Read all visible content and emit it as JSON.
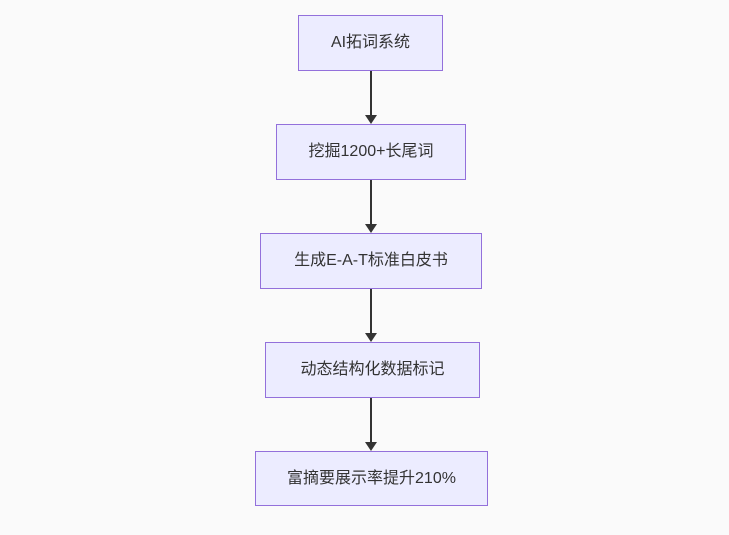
{
  "diagram": {
    "type": "flowchart",
    "direction": "top-down",
    "nodes": [
      {
        "id": "step-1",
        "label": "AI拓词系统"
      },
      {
        "id": "step-2",
        "label": "挖掘1200+长尾词"
      },
      {
        "id": "step-3",
        "label": "生成E-A-T标准白皮书"
      },
      {
        "id": "step-4",
        "label": "动态结构化数据标记"
      },
      {
        "id": "step-5",
        "label": "富摘要展示率提升210%"
      }
    ],
    "edges": [
      {
        "from": "step-1",
        "to": "step-2",
        "style": "arrow-down"
      },
      {
        "from": "step-2",
        "to": "step-3",
        "style": "arrow-down"
      },
      {
        "from": "step-3",
        "to": "step-4",
        "style": "arrow-down"
      },
      {
        "from": "step-4",
        "to": "step-5",
        "style": "arrow-down"
      }
    ],
    "colors": {
      "background": "#fafafa",
      "node_fill": "#ececff",
      "node_border": "#9370db",
      "edge": "#333333",
      "text": "#333333"
    }
  }
}
